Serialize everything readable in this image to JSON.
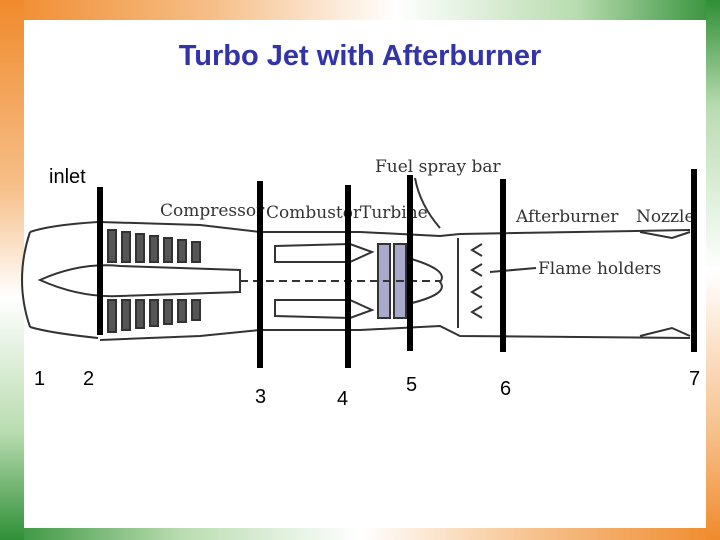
{
  "slide": {
    "title": "Turbo Jet with Afterburner"
  },
  "labels": {
    "inlet": "inlet",
    "components": {
      "compressor": "Compressor",
      "combustor": "Combustor",
      "turbine": "Turbine",
      "afterburner": "Afterburner",
      "nozzle": "Nozzle",
      "fuel_spray_bar": "Fuel spray bar",
      "flame_holders": "Flame holders"
    },
    "stations": [
      "1",
      "2",
      "3",
      "4",
      "5",
      "6",
      "7"
    ]
  },
  "colors": {
    "title": "#3333aa",
    "station_line": "#000000",
    "sketch": "#333333"
  }
}
